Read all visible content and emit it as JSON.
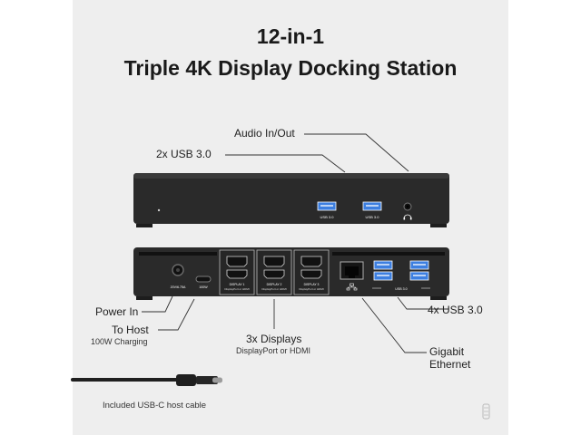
{
  "title": {
    "line1": "12-in-1",
    "line2": "Triple 4K Display Docking Station"
  },
  "callouts": {
    "audio": "Audio In/Out",
    "usb_front": "2x USB 3.0",
    "power": "Power In",
    "to_host": "To Host",
    "to_host_sub": "100W Charging",
    "displays": "3x Displays",
    "displays_sub": "DisplayPort or HDMI",
    "usb_rear": "4x USB 3.0",
    "ethernet_line1": "Gigabit",
    "ethernet_line2": "Ethernet",
    "cable": "Included USB-C host cable"
  },
  "port_labels": {
    "usb_front_1": "USB 3.0",
    "usb_front_2": "USB 3.0",
    "power_rating": "20V/6.75A",
    "usbc_rating": "100W",
    "display_1": "DISPLAY 1",
    "display_2": "DISPLAY 2",
    "display_3": "DISPLAY 3",
    "display_sub": "DisplayPort or HDMI",
    "usb_rear": "USB 3.0"
  },
  "colors": {
    "panel": "#eeeeee",
    "device": "#2a2a2a",
    "port_blue": "#3d7fe0",
    "leader": "#333333"
  },
  "icons": {
    "headset": "headset-icon",
    "network": "network-icon",
    "brand": "brand-logo-icon"
  }
}
